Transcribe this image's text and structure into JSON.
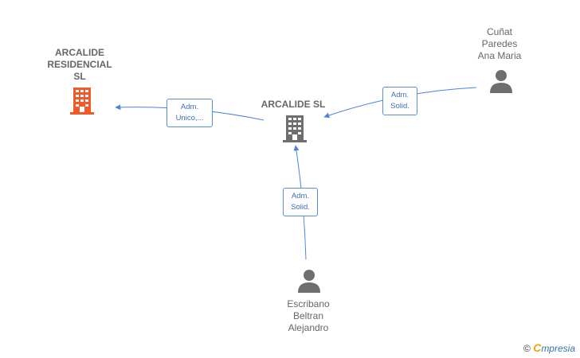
{
  "colors": {
    "edge": "#4a86d8",
    "company_main": "#6e6e6e",
    "company_highlight": "#f05a28",
    "person": "#6e6e6e",
    "badge_border": "#5b8fd6",
    "badge_text": "#3f6fb5"
  },
  "nodes": {
    "arcalide_residencial": {
      "lines": [
        "ARCALIDE",
        "RESIDENCIAL",
        "SL"
      ],
      "icon": "building-icon"
    },
    "arcalide_sl": {
      "lines": [
        "ARCALIDE SL"
      ],
      "icon": "building-icon"
    },
    "cunat": {
      "lines": [
        "Cuñat",
        "Paredes",
        "Ana Maria"
      ],
      "icon": "person-icon"
    },
    "escribano": {
      "lines": [
        "Escribano",
        "Beltran",
        "Alejandro"
      ],
      "icon": "person-icon"
    }
  },
  "edges": {
    "sl_to_residencial": {
      "lines": [
        "Adm.",
        "Unico,..."
      ]
    },
    "cunat_to_sl": {
      "lines": [
        "Adm.",
        "Solid."
      ]
    },
    "escribano_to_sl": {
      "lines": [
        "Adm.",
        "Solid."
      ]
    }
  },
  "watermark": {
    "copyright": "©",
    "brand_first": "C",
    "brand_rest": "mpresia"
  }
}
